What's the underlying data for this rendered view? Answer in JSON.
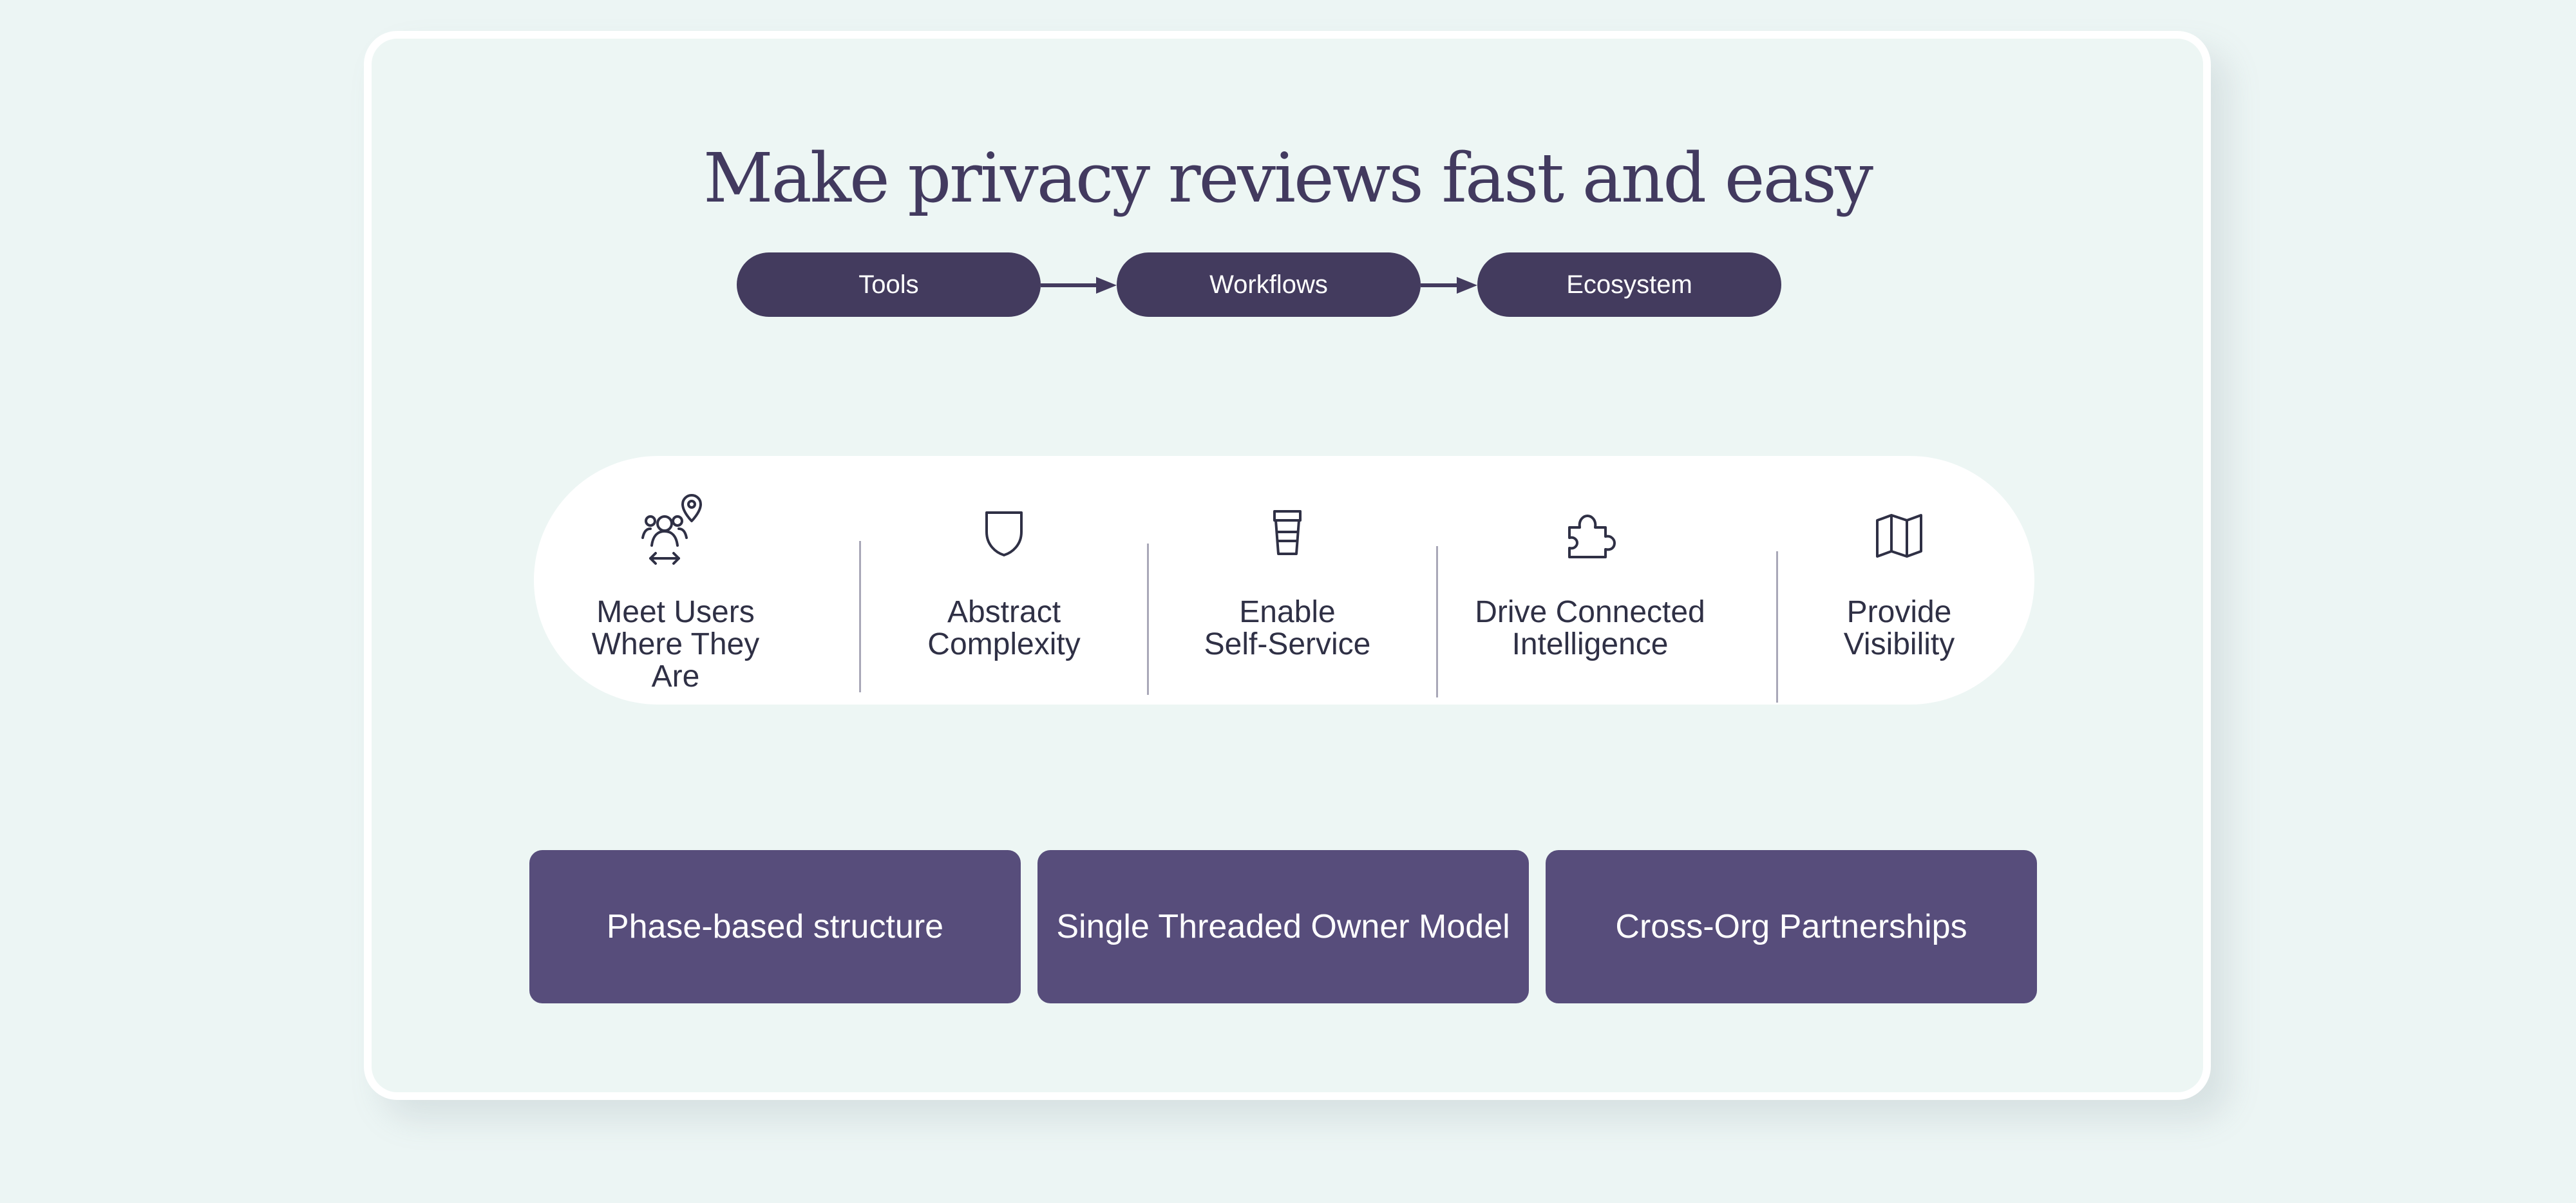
{
  "title": "Make privacy reviews fast and easy",
  "flow": {
    "steps": [
      "Tools",
      "Workflows",
      "Ecosystem"
    ]
  },
  "principles": [
    {
      "icon": "users-location-icon",
      "label": "Meet Users\nWhere They Are"
    },
    {
      "icon": "shield-icon",
      "label": "Abstract\nComplexity"
    },
    {
      "icon": "cup-icon",
      "label": "Enable\nSelf-Service"
    },
    {
      "icon": "puzzle-icon",
      "label": "Drive Connected\nIntelligence"
    },
    {
      "icon": "map-icon",
      "label": "Provide\nVisibility"
    }
  ],
  "pillars": [
    "Phase-based structure",
    "Single Threaded Owner Model",
    "Cross-Org Partnerships"
  ],
  "colors": {
    "background": "#ecf5f4",
    "pill": "#433b5e",
    "pillar": "#574d7b",
    "title": "#423a5f"
  }
}
